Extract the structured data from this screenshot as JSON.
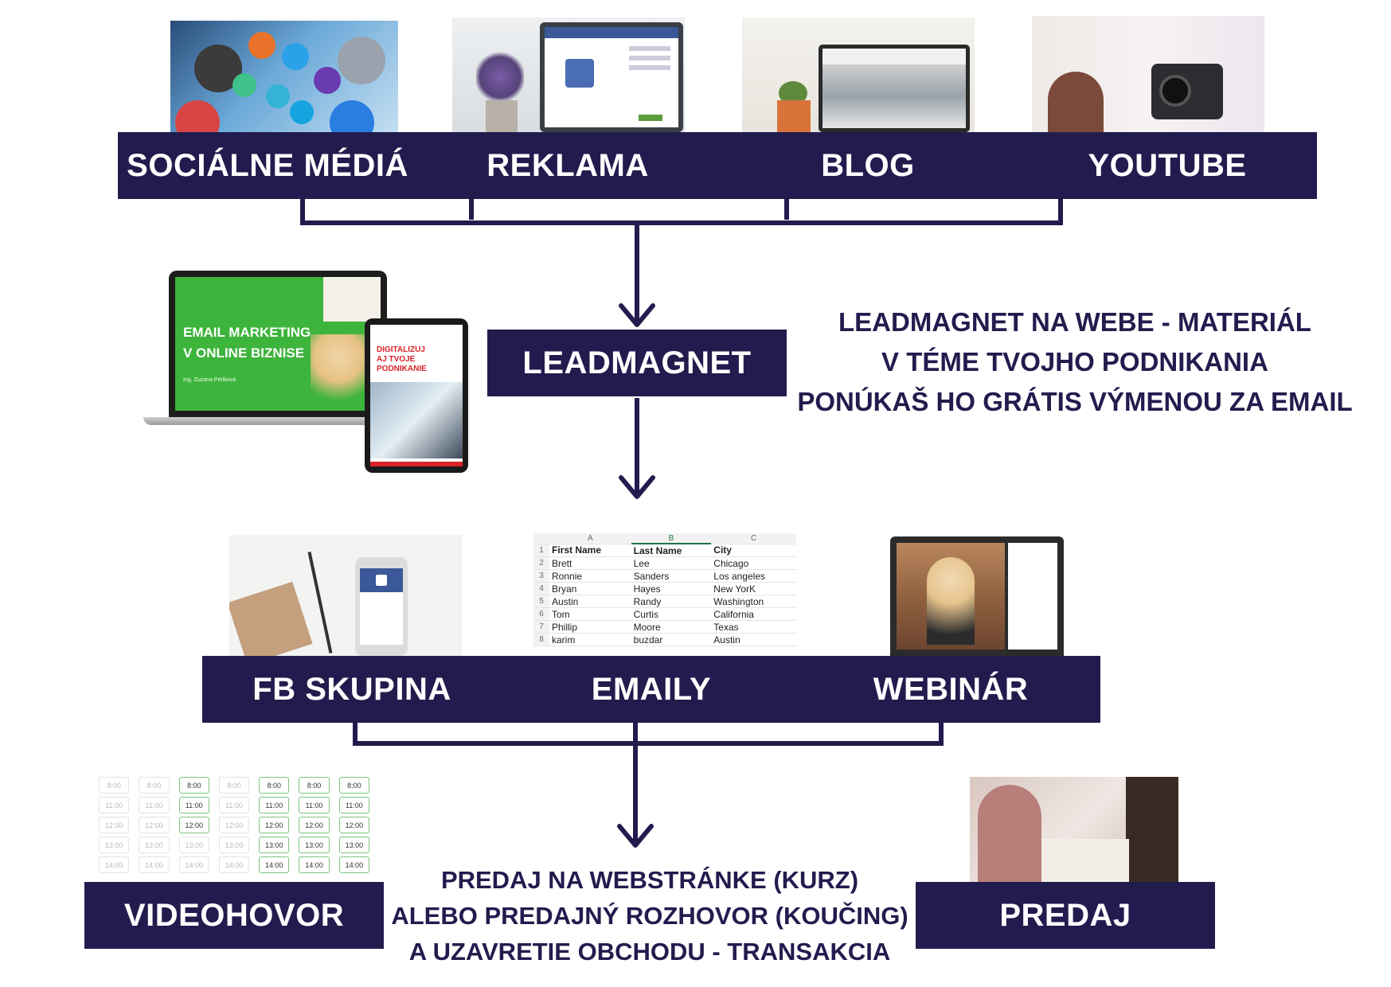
{
  "top_row": [
    {
      "label": "SOCIÁLNE MÉDIÁ",
      "image": "social-media-icons-photo"
    },
    {
      "label": "REKLAMA",
      "image": "facebook-ad-laptop-photo"
    },
    {
      "label": "BLOG",
      "image": "blog-laptop-photo"
    },
    {
      "label": "YOUTUBE",
      "image": "youtube-camera-photo"
    }
  ],
  "leadmagnet": {
    "label": "LEADMAGNET",
    "description": [
      "LEADMAGNET NA WEBE - MATERIÁL",
      "V TÉME TVOJHO PODNIKANIA",
      "PONÚKAŠ HO GRÁTIS VÝMENOU ZA EMAIL"
    ],
    "mockup": {
      "laptop_title_line1": "EMAIL MARKETING",
      "laptop_title_line2": "V ONLINE BIZNISE",
      "laptop_small_text": "Ing. Zuzana Pétíková",
      "ebook_title_line1": "DIGITALIZUJ",
      "ebook_title_line2": "AJ TVOJE",
      "ebook_title_line3": "PODNIKANIE"
    }
  },
  "middle_row": [
    {
      "label": "FB SKUPINA",
      "image": "facebook-group-phone-photo"
    },
    {
      "label": "EMAILY",
      "image": "email-list-spreadsheet"
    },
    {
      "label": "WEBINÁR",
      "image": "webinar-laptop-photo"
    }
  ],
  "spreadsheet": {
    "columns": [
      "A",
      "B",
      "C"
    ],
    "rows": [
      [
        "1",
        "First Name",
        "Last Name",
        "City"
      ],
      [
        "2",
        "Brett",
        "Lee",
        "Chicago"
      ],
      [
        "3",
        "Ronnie",
        "Sanders",
        "Los angeles"
      ],
      [
        "4",
        "Bryan",
        "Hayes",
        "New YorK"
      ],
      [
        "5",
        "Austin",
        "Randy",
        "Washington"
      ],
      [
        "6",
        "Tom",
        "Curtis",
        "California"
      ],
      [
        "7",
        "Phillip",
        "Moore",
        "Texas"
      ],
      [
        "8",
        "karim",
        "buzdar",
        "Austin"
      ]
    ]
  },
  "bottom_row": {
    "left": {
      "label": "VIDEOHOVOR",
      "image": "booking-calendar"
    },
    "right": {
      "label": "PREDAJ",
      "image": "sales-meeting-photo"
    },
    "description": [
      "PREDAJ NA WEBSTRÁNKE (KURZ)",
      "ALEBO PREDAJNÝ ROZHOVOR (KOUČING)",
      "A UZAVRETIE OBCHODU - TRANSAKCIA"
    ]
  },
  "calendar": {
    "times": [
      "8:00",
      "11:00",
      "12:00",
      "13:00",
      "14:00"
    ]
  },
  "colors": {
    "navy": "#221c4e",
    "label_text": "#ffffff",
    "green": "#3db43b",
    "red": "#d8232a"
  }
}
